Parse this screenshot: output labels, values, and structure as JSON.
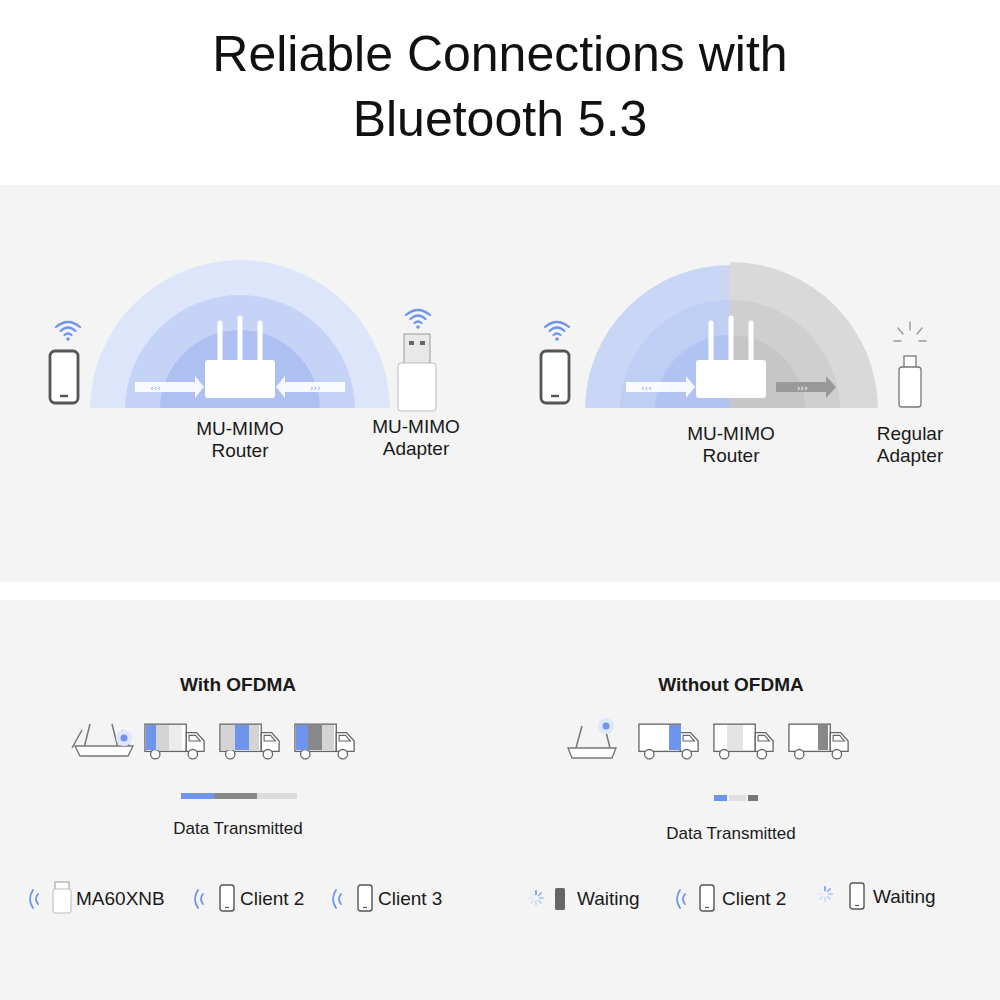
{
  "diagram": {
    "title": "Reliable Connections with Bluetooth 5.3",
    "labels": [
      "MU-MIMO Router",
      "MU-MIMO Adapter",
      "MU-MIMO Router",
      "Regular Adapter",
      "With OFDMA",
      "Without OFDMA",
      "Data Transmitted",
      "Data Transmitted",
      "MA60XNB",
      "Client 2",
      "Client 3",
      "Waiting",
      "Client 2",
      "Waiting"
    ]
  }
}
